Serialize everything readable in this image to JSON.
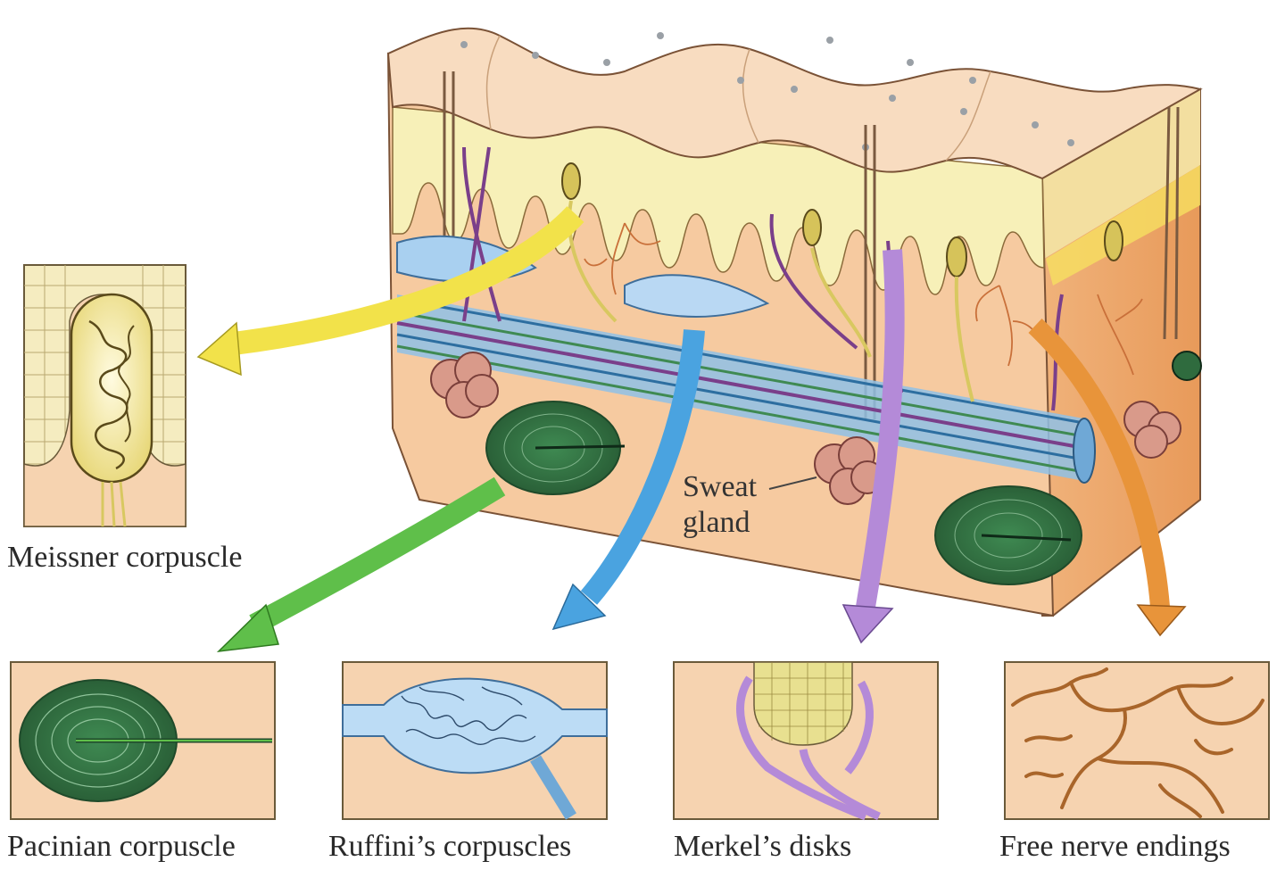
{
  "labels": {
    "meissner": "Meissner corpuscle",
    "pacinian": "Pacinian corpuscle",
    "ruffini": "Ruffini’s corpuscles",
    "merkel": "Merkel’s disks",
    "free_nerve": "Free nerve endings",
    "sweat_gland_line1": "Sweat",
    "sweat_gland_line2": "gland"
  },
  "colors": {
    "meissner_arrow": "#f2e24a",
    "pacinian_arrow": "#5fbf4a",
    "ruffini_arrow": "#4aa3e0",
    "merkel_arrow": "#b48ad8",
    "free_nerve_arrow": "#e8943a",
    "skin_surface": "#f6d7b8",
    "dermis": "#f4c9a0",
    "epidermis": "#f7efb8",
    "pacinian_body": "#2f6b3e",
    "ruffini_body": "#a9d0f0",
    "merkel_cells": "#e8e090",
    "nerve_fiber": "#8a5a2b"
  }
}
